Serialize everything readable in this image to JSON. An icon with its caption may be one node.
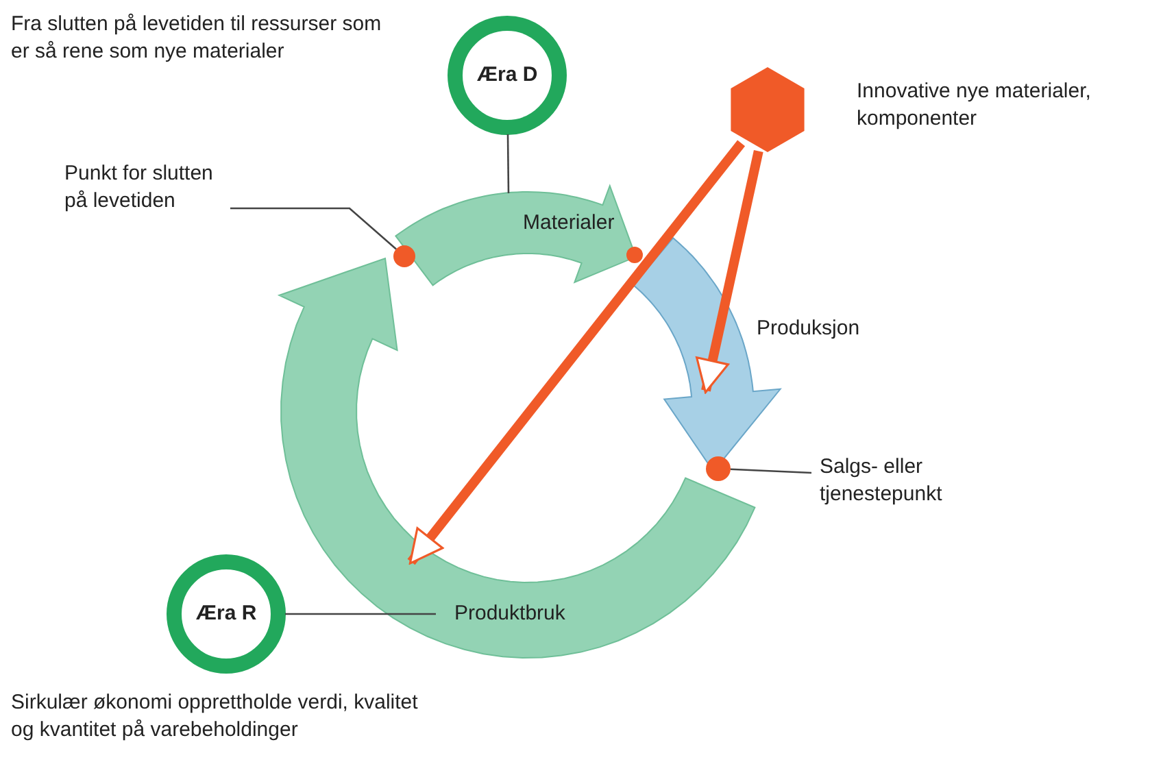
{
  "diagram": {
    "nodes": [
      {
        "text": [
          "Æra D"
        ]
      },
      {
        "text": [
          "Materialer"
        ]
      },
      {
        "text": [
          "Produksjon"
        ]
      },
      {
        "text": [
          "Produktbruk"
        ]
      },
      {
        "text": [],
        "shape": "hexagon",
        "beside": [
          "Innovative nye materialer, komponenter"
        ]
      },
      {
        "text": [
          "Æra R"
        ]
      },
      {
        "text": [
          "Punkt for slutten på levetiden"
        ]
      },
      {
        "text": [],
        "shape": "circle"
      },
      {
        "text": [],
        "shape": "circle"
      },
      {
        "text": [],
        "shape": "circle"
      },
      {
        "text": [
          "Salgs- eller tjenestepunkt"
        ]
      }
    ],
    "edges": [
      {
        "from": 0,
        "to": 1,
        "arrow": "none"
      },
      {
        "from": 6,
        "to": 7,
        "arrow": "none"
      },
      {
        "from": 4,
        "to": 2,
        "arrow": "to",
        "style": "thick",
        "color": "#f05a28"
      },
      {
        "from": 4,
        "to": 3,
        "arrow": "to",
        "style": "thick",
        "color": "#f05a28"
      },
      {
        "from": 10,
        "to": 9,
        "arrow": "none"
      },
      {
        "from": 5,
        "to": 3,
        "arrow": "none"
      }
    ],
    "labels": [
      "Fra slutten på levetiden til ressurser som er så rene som nye materialer",
      "Sirkulær økonomi opprettholde verdi, kvalitet og kvantitet på varebeholdinger"
    ]
  }
}
